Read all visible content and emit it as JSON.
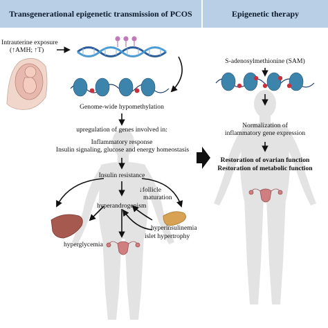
{
  "panels": {
    "left_title": "Transgenerational epigenetic transmission of PCOS",
    "right_title": "Epigenetic therapy"
  },
  "left": {
    "exposure_line1": "Intrauterine exposure",
    "exposure_line2": "(↑AMH; ↑T)",
    "hypomethylation": "Genome-wide hypomethylation",
    "upregulation": "upregulation of genes involved in:",
    "genes_line1": "Inflammatory response",
    "genes_line2": "Insulin signaling, glucose and energy homeostasis",
    "insulin_resistance": "Insulin resistance",
    "follicle_line1": "↓follicle",
    "follicle_line2": "maturation",
    "hyperandrogenism": "hyperandrogenism",
    "hyperglycemia": "hyperglycemia",
    "hyperinsulinemia": "hyperinsulinemia",
    "islet_line": "islet   hypertrophy"
  },
  "right": {
    "sam": "S-adenosylmethionine (SAM)",
    "normalization_line1": "Normalization of",
    "normalization_line2": "inflammatory gene expression",
    "restoration_ovarian": "Restoration of ovarian function",
    "restoration_metabolic": "Restoration of metabolic function"
  },
  "colors": {
    "header_bg": "#b9cfe5",
    "silhouette": "#e3e3e3",
    "nucleosome": "#3d84ad",
    "methyl_mark": "#c9303c",
    "dna_blue": "#2b5d9a",
    "dna_pink": "#c07ab8",
    "liver": "#a5594f",
    "pancreas": "#d8a255",
    "uterus": "#cf7f7f"
  }
}
